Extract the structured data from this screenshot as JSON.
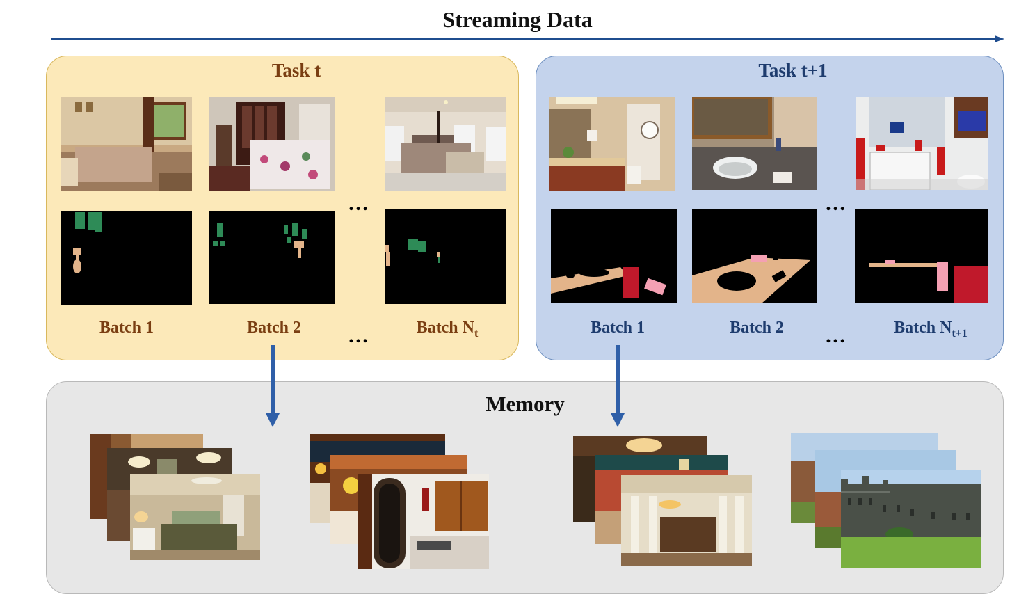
{
  "header": {
    "title": "Streaming Data"
  },
  "task_t": {
    "title": "Task t",
    "batch_labels": [
      "Batch 1",
      "Batch 2"
    ],
    "last_batch_label": "Batch N",
    "last_batch_sub": "t",
    "title_color": "#7a3e12"
  },
  "task_t1": {
    "title": "Task t+1",
    "batch_labels": [
      "Batch 1",
      "Batch 2"
    ],
    "last_batch_label": "Batch N",
    "last_batch_sub": "t+1",
    "title_color": "#1e3c6e"
  },
  "memory": {
    "title": "Memory"
  },
  "ellipsis": "…",
  "colors": {
    "arrow": "#2f5fa8",
    "timeline": "#1f4d8f",
    "task_t_bg": "#fce9b9",
    "task_t1_bg": "#c4d3ec",
    "memory_bg": "#e7e7e7",
    "mask_green": "#2e8b57",
    "mask_tan": "#e3b48a",
    "mask_red": "#c0192b",
    "mask_pink": "#f4a0b3"
  }
}
